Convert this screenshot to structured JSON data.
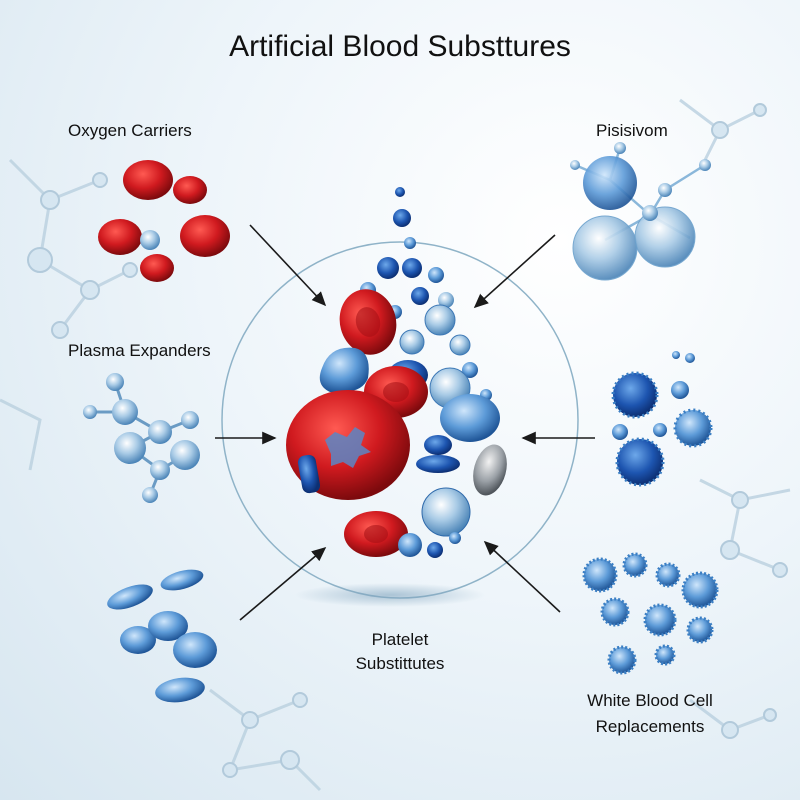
{
  "title": "Artificial Blood Substtures",
  "labels": {
    "oxygen": "Oxygen Carriers",
    "plasma": "Plasma Expanders",
    "pisisivom": "Pisisivom",
    "platelet_line1": "Platelet",
    "platelet_line2": "Substittutes",
    "wbc_line1": "White Blood Cell",
    "wbc_line2": "Replacements"
  },
  "colors": {
    "rbc_red": "#c4161c",
    "cell_blue": "#3b7fc4",
    "ring": "#8fb3c8",
    "arrow": "#1a1a1a"
  }
}
